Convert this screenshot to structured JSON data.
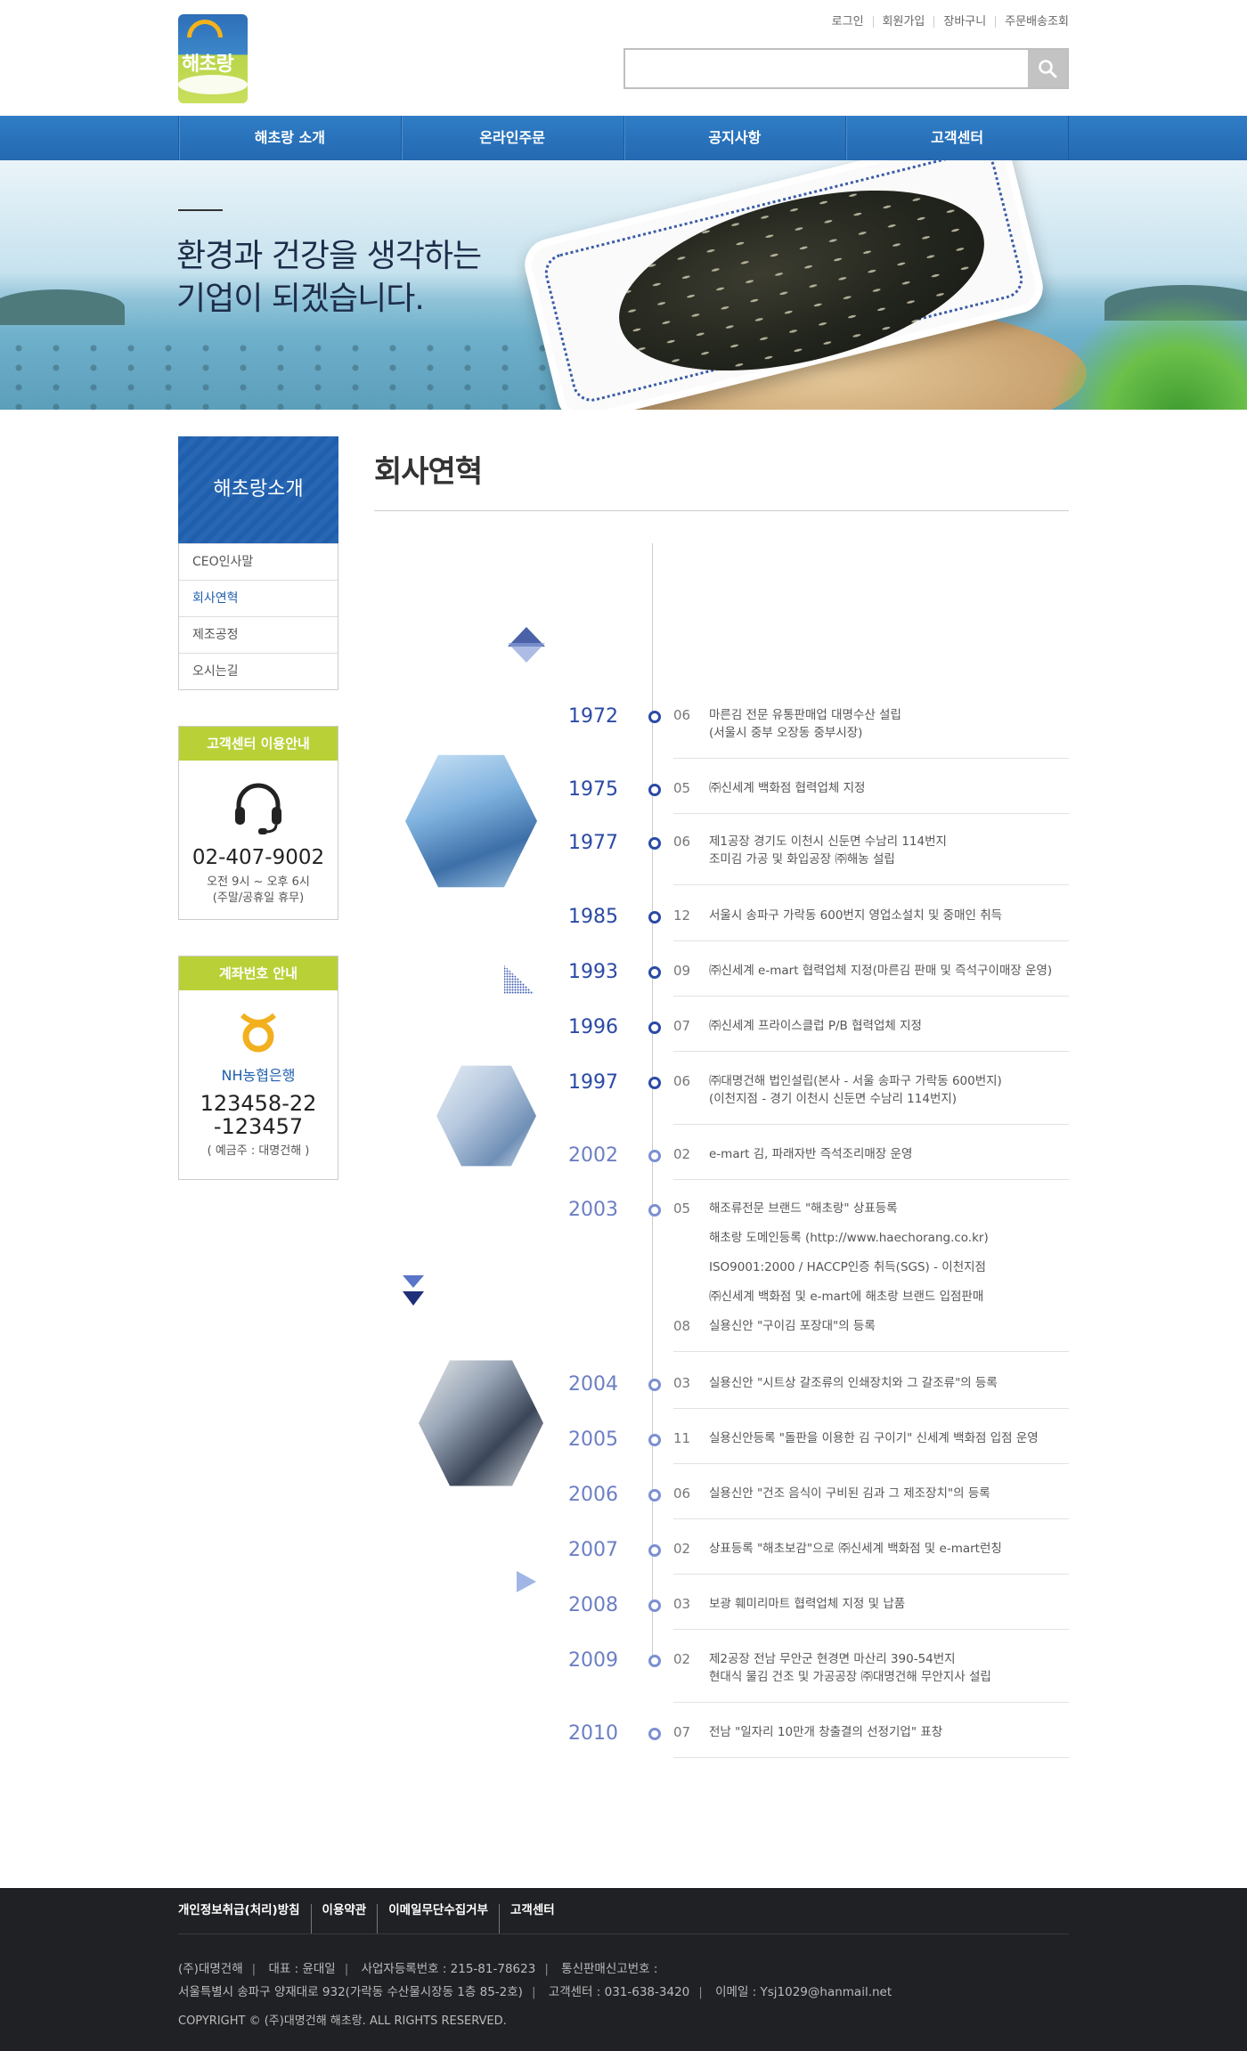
{
  "util_links": [
    "로그인",
    "회원가입",
    "장바구니",
    "주문배송조회"
  ],
  "search": {
    "placeholder": ""
  },
  "logo_text": "해초랑",
  "nav": [
    "해초랑 소개",
    "온라인주문",
    "공지사항",
    "고객센터"
  ],
  "banner": {
    "line1": "환경과 건강을 생각하는",
    "line2": "기업이 되겠습니다."
  },
  "sidebar": {
    "title": "해초랑소개",
    "items": [
      {
        "label": "CEO인사말",
        "active": false
      },
      {
        "label": "회사연혁",
        "active": true
      },
      {
        "label": "제조공정",
        "active": false
      },
      {
        "label": "오시는길",
        "active": false
      }
    ]
  },
  "cs_box": {
    "title": "고객센터 이용안내",
    "phone": "02-407-9002",
    "hours": "오전 9시 ~ 오후 6시",
    "holiday": "(주말/공휴일 휴무)"
  },
  "bank_box": {
    "title": "계좌번호 안내",
    "bank": "NH농협은행",
    "account_1": "123458-22",
    "account_2": "-123457",
    "holder": "( 예금주 : 대명건해 )"
  },
  "page_title": "회사연혁",
  "history": [
    {
      "year": "1972",
      "events": [
        {
          "month": "06",
          "lines": [
            "마른김 전문 유통판매업 대명수산 설립",
            "(서울시 중부 오장동 중부시장)"
          ]
        }
      ]
    },
    {
      "year": "1975",
      "events": [
        {
          "month": "05",
          "lines": [
            "㈜신세계 백화점 협력업체 지정"
          ]
        }
      ]
    },
    {
      "year": "1977",
      "events": [
        {
          "month": "06",
          "lines": [
            "제1공장 경기도 이천시 신둔면 수남리 114번지",
            "조미김 가공 및 화입공장 ㈜해농 설립"
          ]
        }
      ]
    },
    {
      "year": "1985",
      "events": [
        {
          "month": "12",
          "lines": [
            "서울시 송파구 가락동 600번지 영업소설치 및 중매인 취득"
          ]
        }
      ]
    },
    {
      "year": "1993",
      "events": [
        {
          "month": "09",
          "lines": [
            "㈜신세계 e-mart 협력업체 지정(마른김 판매 및 즉석구이매장 운영)"
          ]
        }
      ]
    },
    {
      "year": "1996",
      "events": [
        {
          "month": "07",
          "lines": [
            "㈜신세계 프라이스클럽 P/B 협력업체 지정"
          ]
        }
      ]
    },
    {
      "year": "1997",
      "events": [
        {
          "month": "06",
          "lines": [
            "㈜대명건해 법인설립(본사 - 서울 송파구 가락동 600번지)",
            "(이천지점 - 경기 이천시 신둔면 수남리 114번지)"
          ]
        }
      ]
    },
    {
      "year": "2002",
      "events": [
        {
          "month": "02",
          "lines": [
            "e-mart 김, 파래자반 즉석조리매장 운영"
          ]
        }
      ]
    },
    {
      "year": "2003",
      "events": [
        {
          "month": "05",
          "lines": [
            "해조류전문 브랜드 \"해초랑\" 상표등록",
            "해초랑 도메인등록 (http://www.haechorang.co.kr)",
            "ISO9001:2000 / HACCP인증 취득(SGS) - 이천지점",
            "㈜신세계 백화점 및 e-mart에 해초랑 브랜드 입점판매"
          ]
        },
        {
          "month": "08",
          "lines": [
            "실용신안 \"구이김 포장대\"의 등록"
          ]
        }
      ]
    },
    {
      "year": "2004",
      "events": [
        {
          "month": "03",
          "lines": [
            "실용신안 \"시트상 갈조류의 인쇄장치와 그 갈조류\"의 등록"
          ]
        }
      ]
    },
    {
      "year": "2005",
      "events": [
        {
          "month": "11",
          "lines": [
            "실용신안등록 \"돌판을 이용한 김 구이기\" 신세계 백화점 입점 운영"
          ]
        }
      ]
    },
    {
      "year": "2006",
      "events": [
        {
          "month": "06",
          "lines": [
            "실용신안 \"건조 음식이 구비된 김과 그 제조장치\"의 등록"
          ]
        }
      ]
    },
    {
      "year": "2007",
      "events": [
        {
          "month": "02",
          "lines": [
            "상표등록 \"해초보감\"으로 ㈜신세계 백화점 및 e-mart런칭"
          ]
        }
      ]
    },
    {
      "year": "2008",
      "events": [
        {
          "month": "03",
          "lines": [
            "보광 훼미리마트 협력업체 지정 및 납품"
          ]
        }
      ]
    },
    {
      "year": "2009",
      "events": [
        {
          "month": "02",
          "lines": [
            "제2공장 전남 무안군 현경면 마산리 390-54번지",
            "현대식 물김 건조 및 가공공장 ㈜대명건해 무안지사 설립"
          ]
        }
      ]
    },
    {
      "year": "2010",
      "events": [
        {
          "month": "07",
          "lines": [
            "전남 \"일자리 10만개 창출결의 선정기업\" 표창"
          ]
        }
      ]
    }
  ],
  "footer": {
    "links": [
      "개인정보취급(처리)방침",
      "이용약관",
      "이메일무단수집거부",
      "고객센터"
    ],
    "company": "(주)대명건해",
    "ceo": "대표 : 윤대일",
    "biz_no": "사업자등록번호 : 215-81-78623",
    "mail_order": "통신판매신고번호 :",
    "address": "서울특별시 송파구 양재대로 932(가락동 수산물시장동 1층 85-2호)",
    "cs": "고객센터 : 031-638-3420",
    "email": "이메일 : Ysj1029@hanmail.net",
    "copyright": "COPYRIGHT © (주)대명건해 해초랑. ALL RIGHTS RESERVED."
  },
  "colors": {
    "primary": "#1f5fae",
    "nav": "#2a73bd",
    "accent_green": "#b9d137",
    "footer_bg": "#202125"
  }
}
